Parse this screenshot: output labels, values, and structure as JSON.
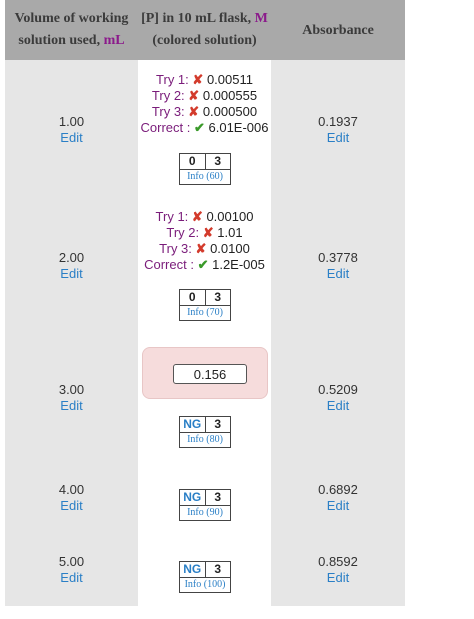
{
  "headers": {
    "volume_line1": "Volume of working",
    "volume_line2": "solution used,",
    "volume_unit": "mL",
    "conc_line1": "[P] in 10 mL flask,",
    "conc_unit": "M",
    "conc_line2": "(colored solution)",
    "absorbance": "Absorbance"
  },
  "edit_label": "Edit",
  "rows": [
    {
      "volume": "1.00",
      "absorbance": "0.1937",
      "tries": [
        {
          "label": "Try 1:",
          "mark": "✘",
          "value": "0.00511"
        },
        {
          "label": "Try 2:",
          "mark": "✘",
          "value": "0.000555"
        },
        {
          "label": "Try 3:",
          "mark": "✘",
          "value": "0.000500"
        },
        {
          "label": "Correct :",
          "mark": "✔",
          "value": "6.01E-006"
        }
      ],
      "box": {
        "left": "0",
        "right": "3",
        "info": "Info (60)"
      }
    },
    {
      "volume": "2.00",
      "absorbance": "0.3778",
      "tries": [
        {
          "label": "Try 1:",
          "mark": "✘",
          "value": "0.00100"
        },
        {
          "label": "Try 2:",
          "mark": "✘",
          "value": "1.01"
        },
        {
          "label": "Try 3:",
          "mark": "✘",
          "value": "0.0100"
        },
        {
          "label": "Correct :",
          "mark": "✔",
          "value": "1.2E-005"
        }
      ],
      "box": {
        "left": "0",
        "right": "3",
        "info": "Info (70)"
      }
    },
    {
      "volume": "3.00",
      "absorbance": "0.5209",
      "input_value": "0.156",
      "box": {
        "left": "NG",
        "right": "3",
        "info": "Info (80)"
      }
    },
    {
      "volume": "4.00",
      "absorbance": "0.6892",
      "box": {
        "left": "NG",
        "right": "3",
        "info": "Info (90)"
      }
    },
    {
      "volume": "5.00",
      "absorbance": "0.8592",
      "box": {
        "left": "NG",
        "right": "3",
        "info": "Info (100)"
      }
    }
  ],
  "colors": {
    "header_bg": "#a9a9a9",
    "column_bg": "#e6e6e6",
    "unit_purple": "#8b1a8b",
    "link_blue": "#2a7fc6",
    "wrong_red": "#d33b2c",
    "correct_green": "#3a9a2a",
    "answer_pink": "#f6dcdc"
  },
  "icons": {
    "wrong": "cross-mark-icon",
    "correct": "check-mark-icon"
  }
}
